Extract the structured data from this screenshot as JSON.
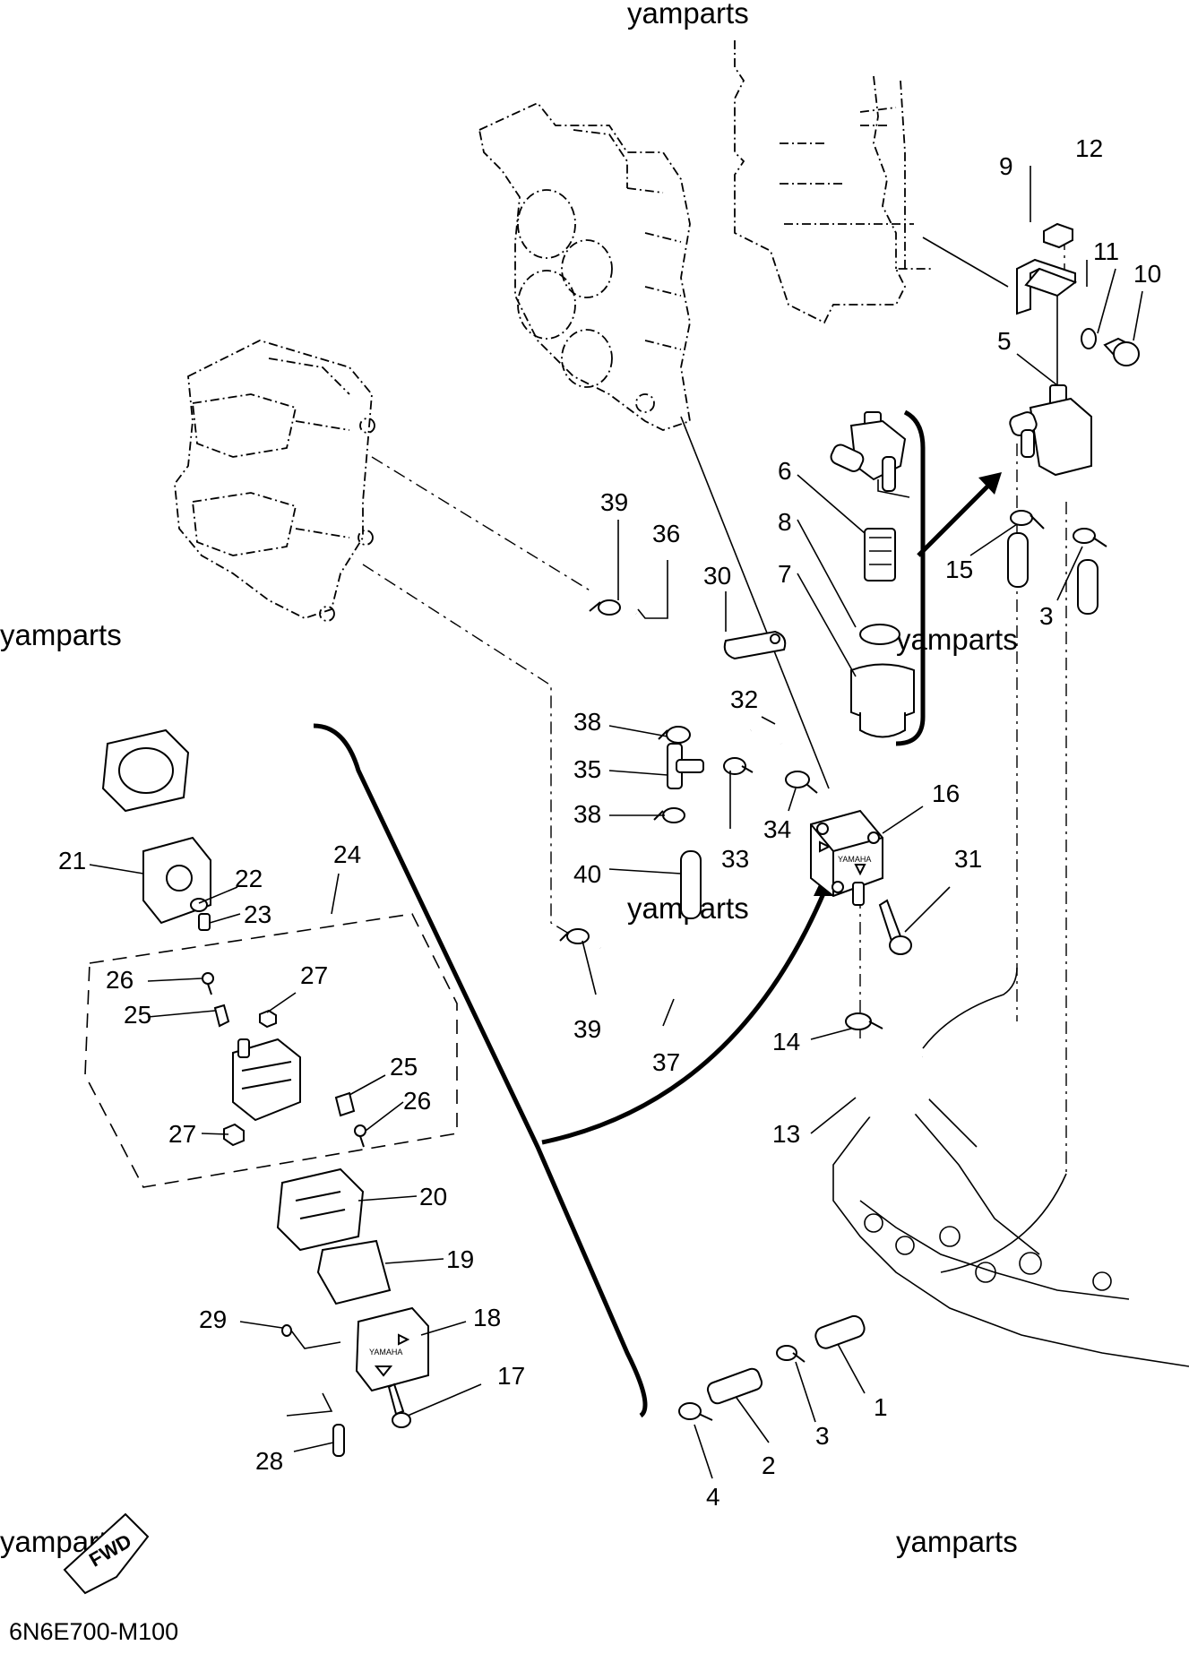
{
  "watermarks": [
    "yamparts",
    "yamparts",
    "yamparts",
    "yamparts",
    "yamparts",
    "yamparts"
  ],
  "drawing_code": "6N6E700-M100",
  "fwd_label": "FWD",
  "pump_brand": "YAMAHA",
  "callouts": [
    "1",
    "2",
    "3",
    "3",
    "4",
    "5",
    "6",
    "7",
    "8",
    "9",
    "10",
    "11",
    "12",
    "13",
    "14",
    "15",
    "16",
    "17",
    "18",
    "19",
    "20",
    "21",
    "22",
    "23",
    "24",
    "25",
    "25",
    "26",
    "26",
    "27",
    "27",
    "28",
    "29",
    "30",
    "31",
    "32",
    "33",
    "34",
    "35",
    "36",
    "37",
    "38",
    "38",
    "39",
    "39",
    "40"
  ]
}
